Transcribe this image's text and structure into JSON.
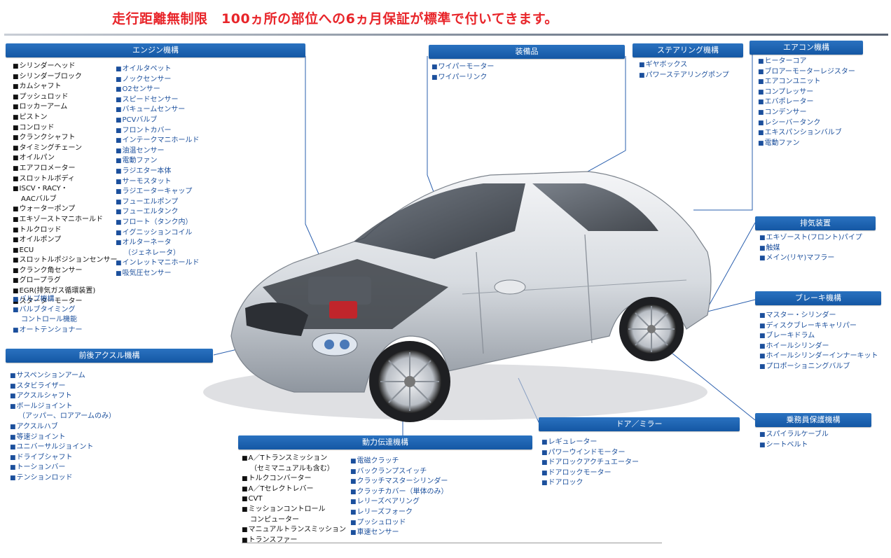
{
  "headline": "走行距離無制限　100ヵ所の部位への6ヵ月保証が標準で付いてきます。",
  "sections": {
    "engine": {
      "title": "エンジン機構",
      "col1": [
        "シリンダーヘッド",
        "シリンダーブロック",
        "カムシャフト",
        "プッシュロッド",
        "ロッカーアーム",
        "ピストン",
        "コンロッド",
        "クランクシャフト",
        "タイミングチェーン",
        "オイルパン",
        "エアフロメーター",
        "スロットルボディ",
        "ISCV・RACY・",
        "AACバルブ",
        "ウォーターポンプ",
        "エキゾーストマニホールド",
        "トルクロッド",
        "オイルポンプ",
        "ECU",
        "スロットルポジションセンサー",
        "クランク角センサー",
        "グロープラグ",
        "EGR(排気ガス循環装置)",
        "スターターモーター"
      ],
      "col1_blue": [
        "バルブ機構",
        "バルブタイミング",
        "コントロール機能",
        "オートテンショナー"
      ],
      "col2": [
        "オイルタペット",
        "ノックセンサー",
        "O2センサー",
        "スピードセンサー",
        "バキュームセンサー",
        "PCVバルブ",
        "フロントカバー",
        "インテークマニホールド",
        "油温センサー",
        "電動ファン",
        "ラジエター本体",
        "サーモスタット",
        "ラジエーターキャップ",
        "フューエルポンプ",
        "フューエルタンク",
        "フロート（タンク内）",
        "イグニッションコイル",
        "オルターネータ",
        "（ジェネレータ）",
        "インレットマニホールド",
        "吸気圧センサー"
      ]
    },
    "equipment": {
      "title": "装備品",
      "items": [
        "ワイパーモーター",
        "ワイパーリンク"
      ]
    },
    "steering": {
      "title": "ステアリング機構",
      "items": [
        "ギヤボックス",
        "パワーステアリングポンプ"
      ]
    },
    "aircon": {
      "title": "エアコン機構",
      "items": [
        "ヒーターコア",
        "ブロアーモーターレジスター",
        "エアコンユニット",
        "コンプレッサー",
        "エバポレーター",
        "コンデンサー",
        "レシーバータンク",
        "エキスパンションバルブ",
        "電動ファン"
      ]
    },
    "exhaust": {
      "title": "排気装置",
      "items": [
        "エキゾースト(フロント)パイプ",
        "触媒",
        "メイン(リヤ)マフラー"
      ]
    },
    "brake": {
      "title": "ブレーキ機構",
      "items": [
        "マスター・シリンダー",
        "ディスクブレーキキャリパー",
        "ブレーキドラム",
        "ホイールシリンダー",
        "ホイールシリンダーインナーキット",
        "プロポーショニングバルブ"
      ]
    },
    "axle": {
      "title": "前後アクスル機構",
      "items": [
        "サスペンションアーム",
        "スタビライザー",
        "アクスルシャフト",
        "ボールジョイント",
        "（アッパー、ロアアームのみ）",
        "アクスルハブ",
        "等速ジョイント",
        "ユニバーサルジョイント",
        "ドライブシャフト",
        "トーションバー",
        "テンションロッド"
      ]
    },
    "drivetrain": {
      "title": "動力伝達機構",
      "col1": [
        "A／Tトランスミッション",
        "（セミマニュアルも含む）",
        "トルクコンバーター",
        "A／Tセレクトレバー",
        "CVT",
        "ミッションコントロール",
        "コンピューター",
        "マニュアルトランスミッション",
        "トランスファー"
      ],
      "col2": [
        "電磁クラッチ",
        "バックランプスイッチ",
        "クラッチマスターシリンダー",
        "クラッチカバー（単体のみ）",
        "レリーズベアリング",
        "レリーズフォーク",
        "プッシュロッド",
        "車速センサー"
      ]
    },
    "door": {
      "title": "ドア／ミラー",
      "items": [
        "レギュレーター",
        "パワーウインドモーター",
        "ドアロックアクチュエーター",
        "ドアロックモーター",
        "ドアロック"
      ]
    },
    "occupant": {
      "title": "乗務員保護機構",
      "items": [
        "スパイラルケーブル",
        "シートベルト"
      ]
    }
  }
}
